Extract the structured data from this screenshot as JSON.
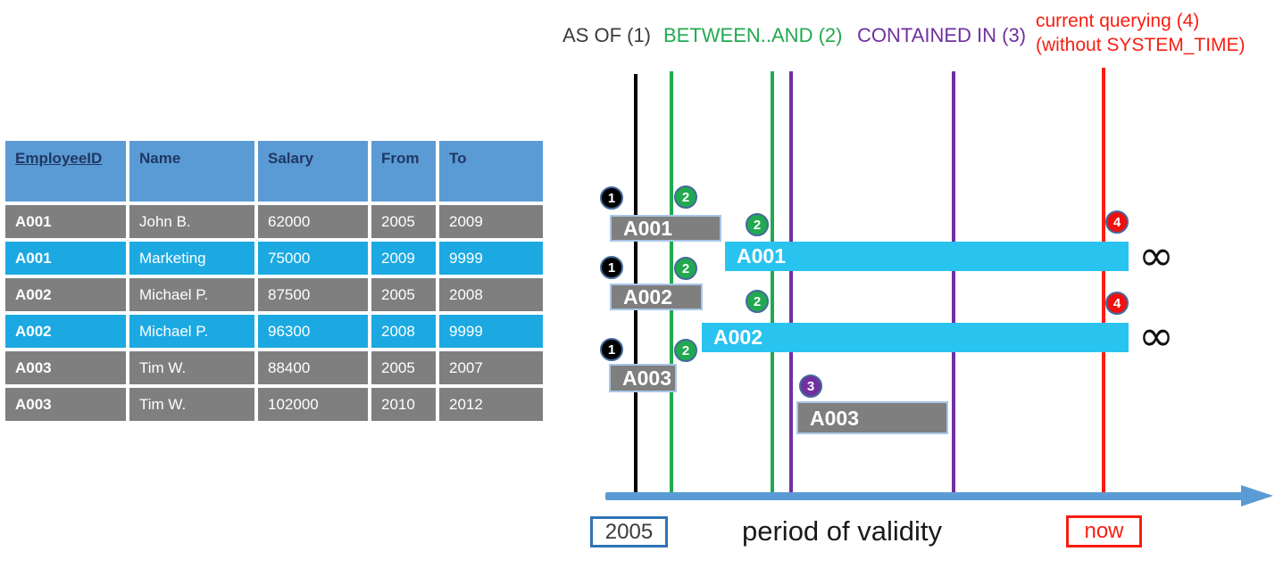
{
  "table": {
    "headers": [
      "EmployeeID",
      "Name",
      "Salary",
      "From",
      "To"
    ],
    "rows": [
      {
        "variant": "gray",
        "cells": [
          "A001",
          "John  B.",
          "62000",
          "2005",
          "2009"
        ]
      },
      {
        "variant": "blue",
        "cells": [
          "A001",
          "Marketing",
          "75000",
          "2009",
          "9999"
        ]
      },
      {
        "variant": "gray",
        "cells": [
          "A002",
          "Michael P.",
          "87500",
          "2005",
          "2008"
        ]
      },
      {
        "variant": "blue",
        "cells": [
          "A002",
          "Michael P.",
          "96300",
          "2008",
          "9999"
        ]
      },
      {
        "variant": "gray",
        "cells": [
          "A003",
          "Tim W.",
          "88400",
          "2005",
          "2007"
        ]
      },
      {
        "variant": "gray",
        "cells": [
          "A003",
          "Tim W.",
          "102000",
          "2010",
          "2012"
        ]
      }
    ]
  },
  "legend": {
    "as_of": "AS OF (1)",
    "between": "BETWEEN..AND (2)",
    "contained": "CONTAINED IN (3)",
    "current_line1": "current querying (4)",
    "current_line2": "(without SYSTEM_TIME)"
  },
  "timeline": {
    "bars": [
      {
        "label": "A001"
      },
      {
        "label": "A001"
      },
      {
        "label": "A002"
      },
      {
        "label": "A002"
      },
      {
        "label": "A003"
      },
      {
        "label": "A003"
      }
    ],
    "badge_labels": {
      "b1": "1",
      "b2": "2",
      "b3": "3",
      "b4": "4"
    },
    "infinity": "∞",
    "start_label": "2005",
    "axis_label": "period of validity",
    "now_label": "now"
  },
  "colors": {
    "header_blue": "#5B9BD5",
    "header_text_navy": "#1F3864",
    "row_gray": "#7F7F7F",
    "row_blue": "#1CA9E2",
    "bar_blue": "#29C3F0",
    "bar_border": "#A9C6E8",
    "green": "#21A94F",
    "purple": "#7030A0",
    "red": "#FF0000",
    "black": "#000000",
    "axis_blue": "#5B9BD5",
    "start_box_border": "#2E75B6"
  }
}
